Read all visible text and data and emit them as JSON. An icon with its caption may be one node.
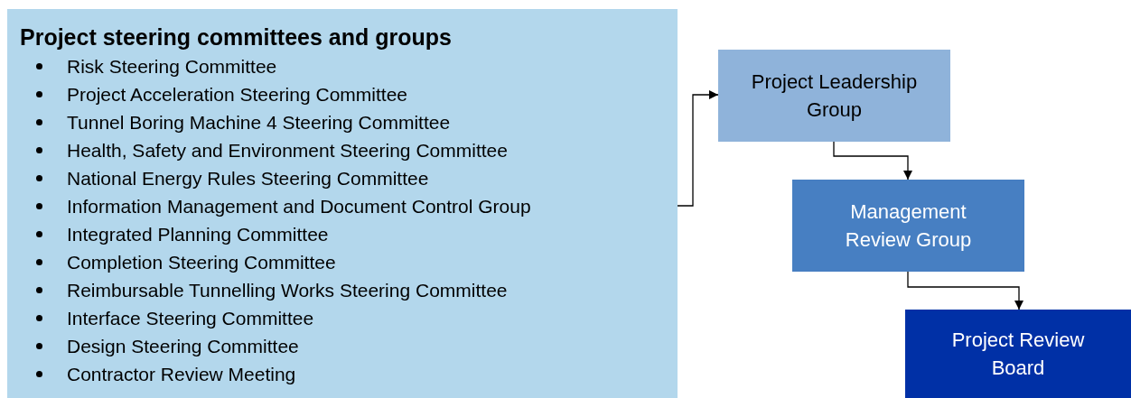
{
  "diagram": {
    "nodes": [
      {
        "text": [
          "Project steering committees and groups",
          "Risk Steering Committee",
          "Project Acceleration Steering Committee",
          "Tunnel Boring Machine 4 Steering Committee",
          "Health, Safety and Environment Steering Committee",
          "National Energy Rules Steering Committee",
          "Information Management and Document Control Group",
          "Integrated Planning Committee",
          "Completion Steering Committee",
          "Reimbursable Tunnelling Works Steering Committee",
          "Interface Steering Committee",
          "Design Steering Committee",
          "Contractor Review Meeting"
        ]
      },
      {
        "text": [
          "Project Leadership Group"
        ]
      },
      {
        "text": [
          "Management Review Group"
        ]
      },
      {
        "text": [
          "Project Review Board"
        ]
      }
    ],
    "edges": [
      {
        "from": 0,
        "to": 1,
        "arrow": "to"
      },
      {
        "from": 1,
        "to": 2,
        "arrow": "to"
      },
      {
        "from": 2,
        "to": 3,
        "arrow": "to"
      }
    ]
  }
}
